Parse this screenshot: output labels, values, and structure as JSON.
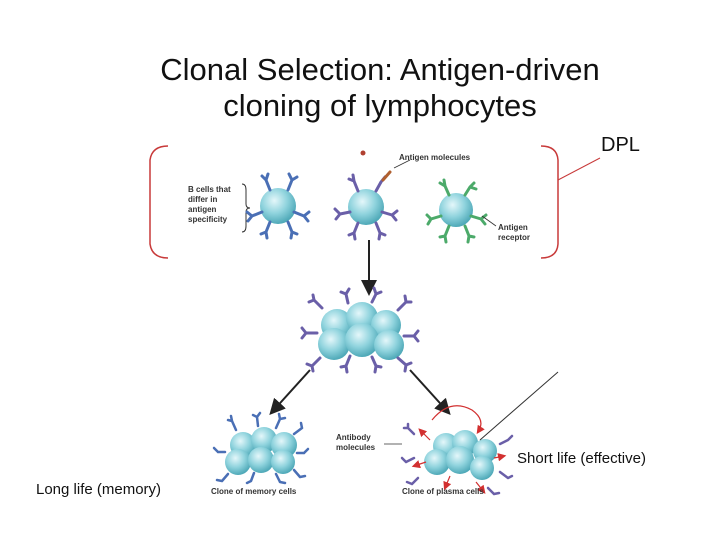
{
  "slide": {
    "title_line1": "Clonal Selection: Antigen-driven",
    "title_line2": "cloning of lymphocytes",
    "dpl_note": "DPL",
    "short_life_note": "Short life (effective)",
    "long_life_note": "Long life (memory)"
  },
  "figure": {
    "b_cells_label": [
      "B cells that",
      "differ in",
      "antigen",
      "specificity"
    ],
    "antigen_molecules_label": "Antigen molecules",
    "antigen_receptor_label": [
      "Antigen",
      "receptor"
    ],
    "antibody_molecules_label": [
      "Antibody",
      "molecules"
    ],
    "memory_clone_label": "Clone of memory cells",
    "plasma_clone_label": "Clone of plasma cells"
  },
  "colors": {
    "cell": "#7ecbd6",
    "cell_highlight": "#d8f3f6",
    "receptor_blue": "#4a6fb5",
    "receptor_purple": "#6a5fa8",
    "receptor_green": "#4caa6a",
    "bracket_red": "#c83a3a",
    "arrow": "#222222"
  }
}
